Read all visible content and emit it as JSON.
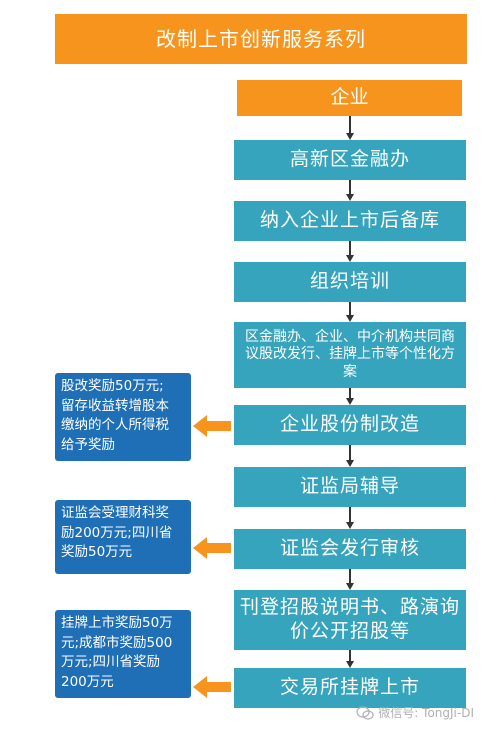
{
  "title": "改制上市创新服务系列",
  "start": "企业",
  "steps": [
    "高新区金融办",
    "纳入企业上市后备库",
    "组织培训",
    "区金融办、企业、中介机构共同商议股改发行、挂牌上市等个性化方案",
    "企业股份制改造",
    "证监局辅导",
    "证监会发行审核",
    "刊登招股说明书、路演询价公开招股等",
    "交易所挂牌上市"
  ],
  "rewards": [
    "股改奖励50万元;\n留存收益转增股本\n缴纳的个人所得税\n给予奖励",
    "证监会受理财科奖\n励200万元;四川省\n奖励50万元",
    "挂牌上市奖励50万\n元;成都市奖励500\n万元;四川省奖励\n200万元"
  ],
  "watermark": "微信号: TongJi-DI",
  "colors": {
    "orange": "#f7941d",
    "teal": "#37a4bd",
    "blue": "#1e6fb5",
    "arrow_orange": "#f7941d"
  }
}
